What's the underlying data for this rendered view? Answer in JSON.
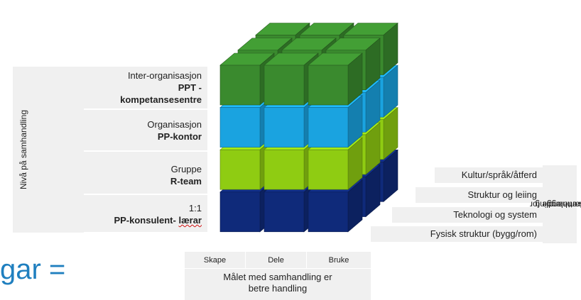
{
  "vertical_axis_label": "Nivå på samhandling",
  "levels": [
    {
      "sub": "Inter-organisasjon",
      "main_1": "PPT -",
      "main_2": "kompetansesentre"
    },
    {
      "sub": "Organisasjon",
      "main": "PP-kontor"
    },
    {
      "sub": "Gruppe",
      "main": "R-team"
    },
    {
      "sub": "1:1",
      "main_a": "PP-konsulent",
      "main_b": "- ",
      "main_c": "lærar"
    }
  ],
  "right_axis": {
    "title_line1": "Tilrettelegge for",
    "title_line2": "samhandling",
    "items": [
      "Kultur/språk/åtferd",
      "Struktur og leiing",
      "Teknologi og system",
      "Fysisk struktur  (bygg/rom)"
    ]
  },
  "bottom_axis": {
    "columns": [
      "Skape",
      "Dele",
      "Bruke"
    ],
    "line1": "Målet med samhandling er",
    "line2": "betre handling"
  },
  "fragment_text": "gar =",
  "colors": {
    "darkgreen": "#3a8a2e",
    "blue": "#1aa3e0",
    "lime": "#8fcc12",
    "navy": "#0f2a7a",
    "panel": "#f0f0f0",
    "fragment": "#1f7fbf"
  }
}
